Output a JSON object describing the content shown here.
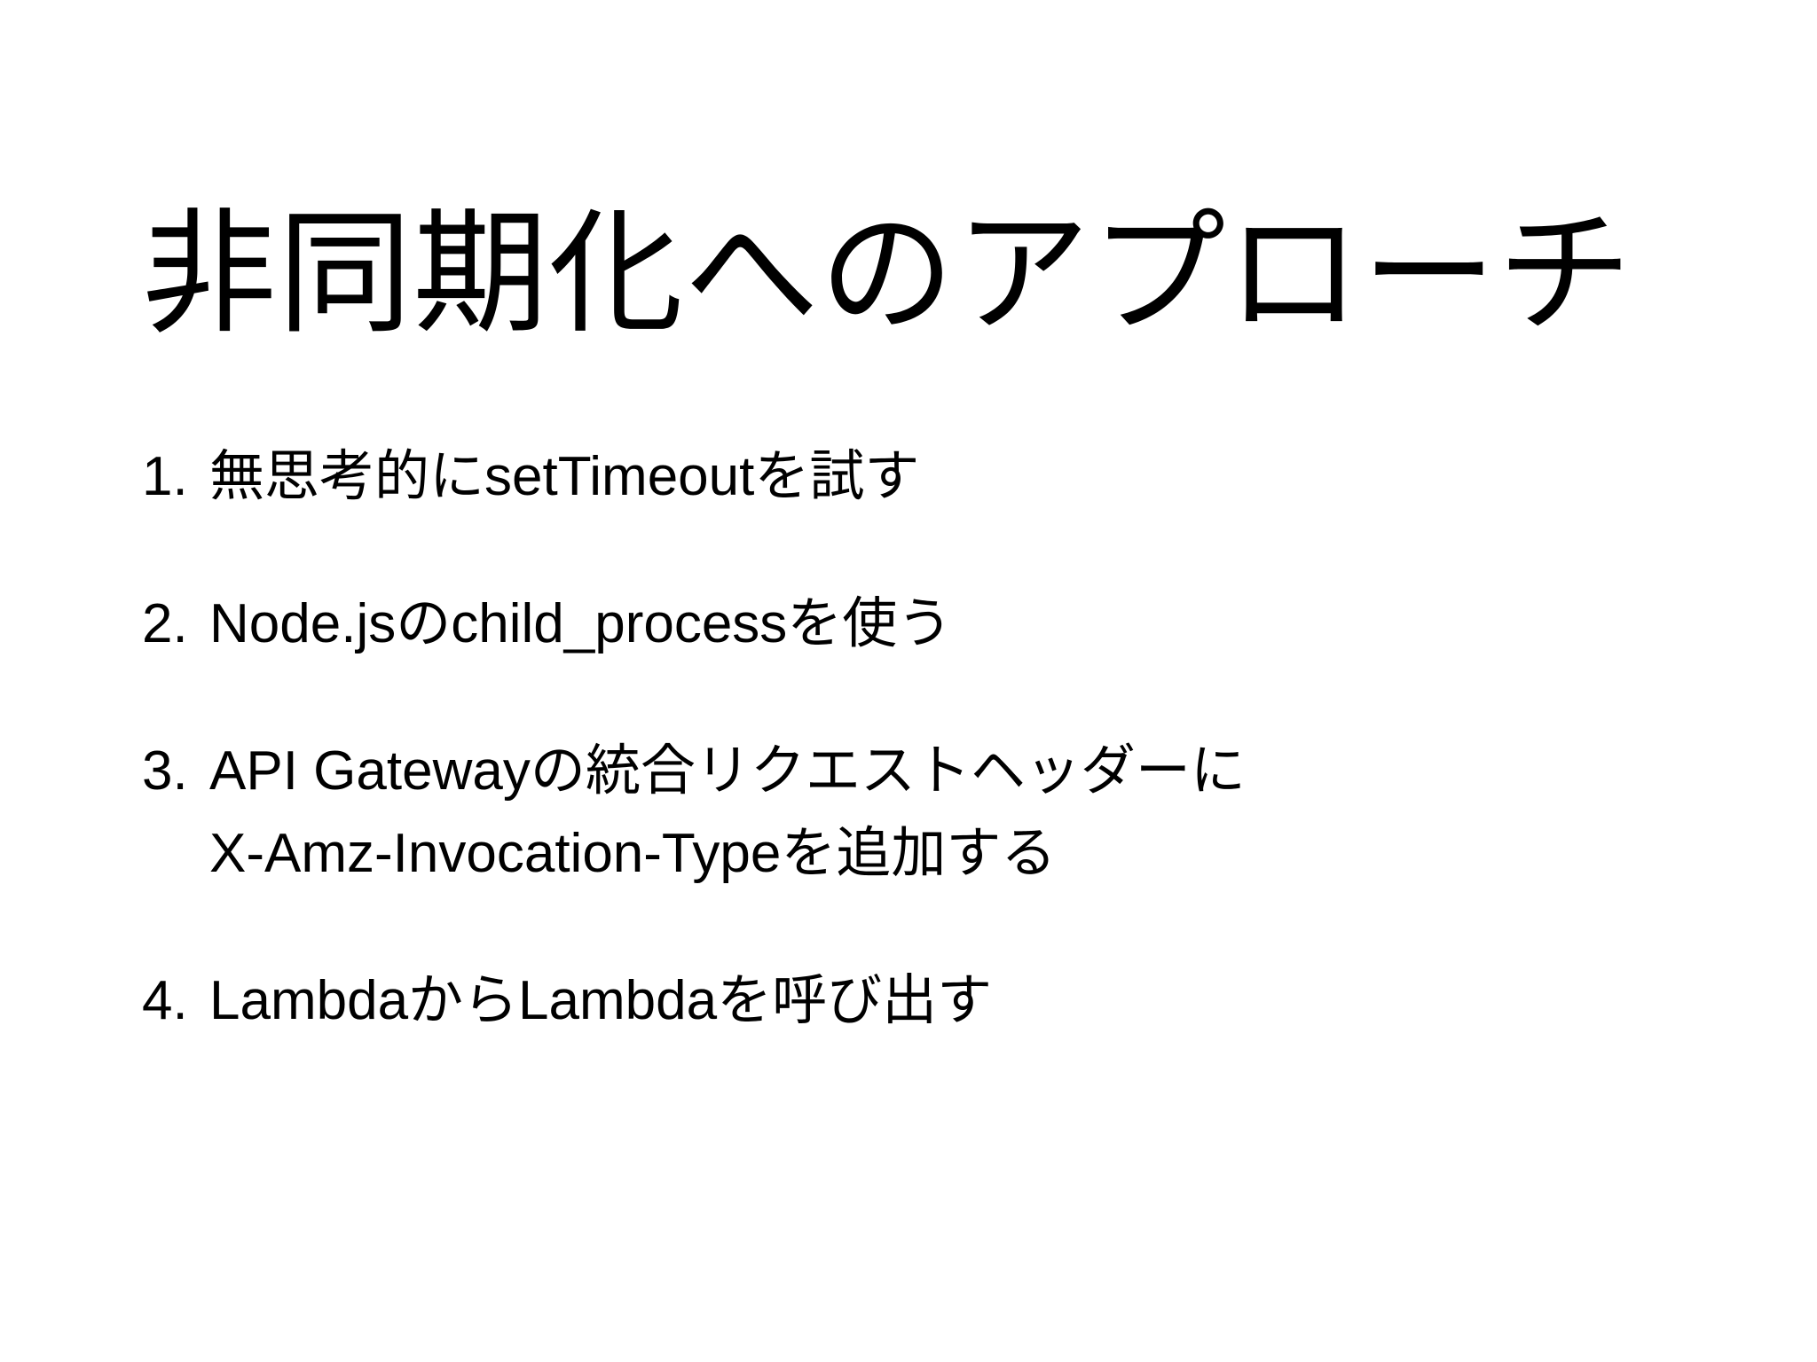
{
  "slide": {
    "background_color": "#ffffff",
    "text_color": "#000000",
    "title": "非同期化へのアプローチ",
    "items": [
      {
        "marker": "1.",
        "lines": [
          "無思考的にsetTimeoutを試す"
        ]
      },
      {
        "marker": "2.",
        "lines": [
          "Node.jsのchild_processを使う"
        ]
      },
      {
        "marker": "3.",
        "lines": [
          "API Gatewayの統合リクエストヘッダーに",
          "X-Amz-Invocation-Typeを追加する"
        ]
      },
      {
        "marker": "4.",
        "lines": [
          "LambdaからLambdaを呼び出す"
        ]
      }
    ]
  }
}
